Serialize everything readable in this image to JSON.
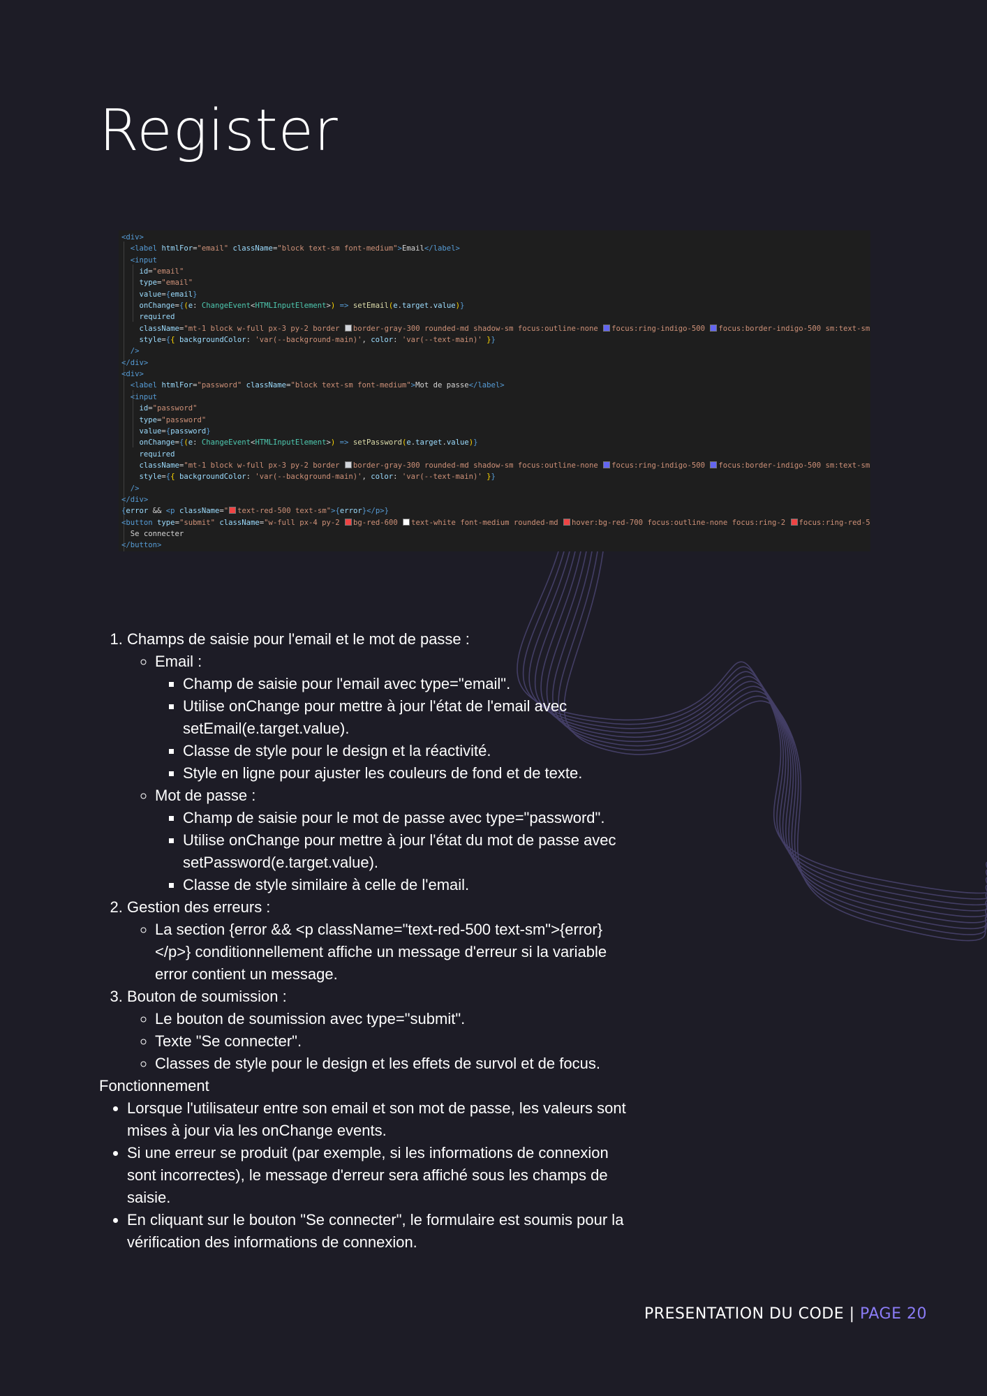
{
  "page": {
    "title": "Register",
    "footer_section": "PRESENTATION DU CODE",
    "footer_separator": " | ",
    "footer_page": "PAGE 20"
  },
  "colors": {
    "background": "#1d1c26",
    "accent": "#8b7cf6",
    "code_background": "#1e1e1e"
  },
  "code": {
    "email_label": "Email",
    "password_label": "Mot de passe",
    "button_text": "Se connecter"
  },
  "explanation": {
    "items": [
      {
        "label": "Champs de saisie pour l'email et le mot de passe :",
        "subs": [
          {
            "label": "Email :",
            "points": [
              "Champ de saisie pour l'email avec type=\"email\".",
              "Utilise onChange pour mettre à jour l'état de l'email avec setEmail(e.target.value).",
              "Classe de style pour le design et la réactivité.",
              "Style en ligne pour ajuster les couleurs de fond et de texte."
            ]
          },
          {
            "label": "Mot de passe :",
            "points": [
              "Champ de saisie pour le mot de passe avec type=\"password\".",
              "Utilise onChange pour mettre à jour l'état du mot de passe avec setPassword(e.target.value).",
              "Classe de style similaire à celle de l'email."
            ]
          }
        ]
      },
      {
        "label": "Gestion des erreurs :",
        "subs": [
          {
            "label": "La section {error && <p className=\"text-red-500 text-sm\">{error}</p>} conditionnellement affiche un message d'erreur si la variable error contient un message."
          }
        ]
      },
      {
        "label": "Bouton de soumission :",
        "subs": [
          {
            "label": "Le bouton de soumission avec type=\"submit\"."
          },
          {
            "label": "Texte \"Se connecter\"."
          },
          {
            "label": "Classes de style pour le design et les effets de survol et de focus."
          }
        ]
      }
    ],
    "functioning_heading": "Fonctionnement",
    "functioning_points": [
      "Lorsque l'utilisateur entre son email et son mot de passe, les valeurs sont mises à jour via les onChange events.",
      "Si une erreur se produit (par exemple, si les informations de connexion sont incorrectes), le message d'erreur sera affiché sous les champs de saisie.",
      "En cliquant sur le bouton \"Se connecter\", le formulaire est soumis pour la vérification des informations de connexion."
    ]
  }
}
